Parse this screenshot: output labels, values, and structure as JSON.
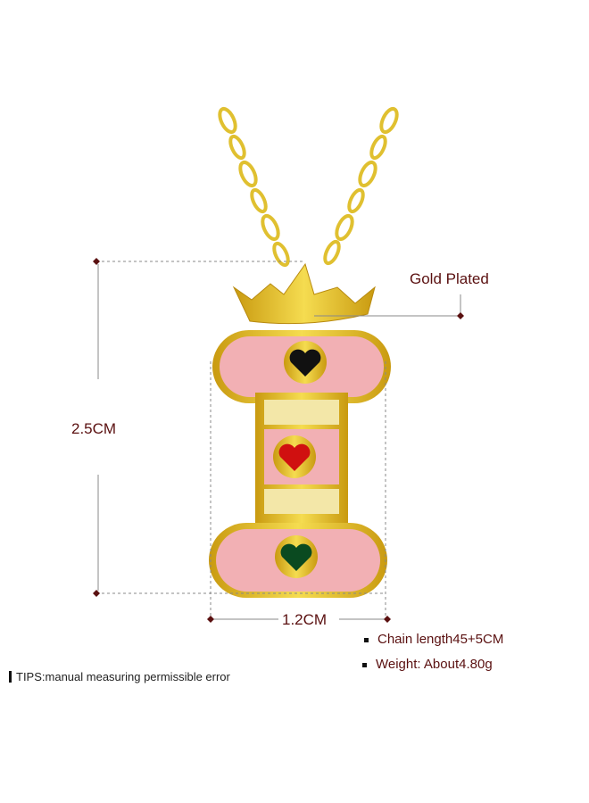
{
  "product": {
    "material_label": "Gold Plated",
    "height_label": "2.5CM",
    "width_label": "1.2CM",
    "specs": [
      {
        "label": "Chain length",
        "value": "45+5CM"
      },
      {
        "label": "Weight: About",
        "value": "4.80g"
      }
    ],
    "tips": "TIPS:manual measuring permissible error"
  },
  "colors": {
    "gold": "#e8c020",
    "pink": "#f2b0b4",
    "text": "#5a1010"
  }
}
